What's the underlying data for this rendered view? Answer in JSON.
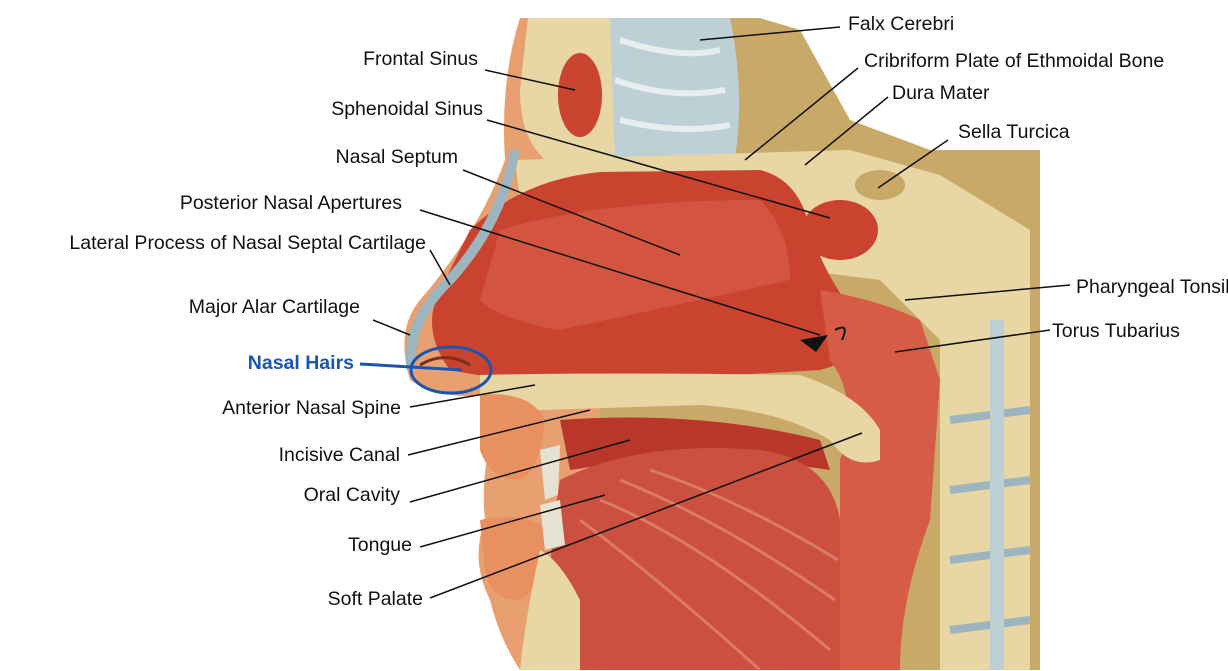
{
  "colors": {
    "bone": "#e9d6a5",
    "tissue": "#c9432f",
    "tissue_light": "#e26a55",
    "tan_background": "#c9a968",
    "highlight": "#1a56b0",
    "leader": "#111111"
  },
  "labels": {
    "falx_cerebri": "Falx Cerebri",
    "frontal_sinus": "Frontal Sinus",
    "cribriform_plate": "Cribriform Plate of Ethmoidal Bone",
    "dura_mater": "Dura Mater",
    "sphenoidal_sinus": "Sphenoidal Sinus",
    "sella_turcica": "Sella Turcica",
    "nasal_septum": "Nasal Septum",
    "posterior_nasal_apertures": "Posterior Nasal Apertures",
    "lateral_process": "Lateral Process of Nasal Septal Cartilage",
    "pharyngeal_tonsil": "Pharyngeal Tonsil",
    "major_alar_cartilage": "Major Alar Cartilage",
    "torus_tubarius": "Torus Tubarius",
    "nasal_hairs": "Nasal Hairs",
    "anterior_nasal_spine": "Anterior Nasal Spine",
    "incisive_canal": "Incisive Canal",
    "oral_cavity": "Oral Cavity",
    "tongue": "Tongue",
    "soft_palate": "Soft Palate"
  }
}
